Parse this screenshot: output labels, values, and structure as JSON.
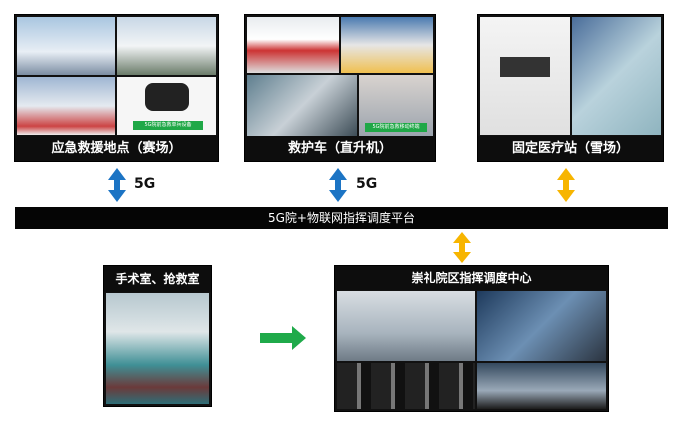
{
  "top_nodes": [
    {
      "label": "应急救援地点（赛场）",
      "tag": "5G院前急救单兵设备"
    },
    {
      "label": "救护车（直升机）",
      "tag": "5G院前急救移动终端"
    },
    {
      "label": "固定医疗站（雪场）"
    }
  ],
  "link_label": "5G",
  "platform": "5G院+物联网指挥调度平台",
  "bottom_nodes": [
    {
      "label": "手术室、抢救室"
    },
    {
      "label": "崇礼院区指挥调度中心"
    }
  ],
  "colors": {
    "blue_arrow": "#1c74c4",
    "orange_arrow": "#f7b500",
    "green_arrow": "#1faa4a"
  }
}
